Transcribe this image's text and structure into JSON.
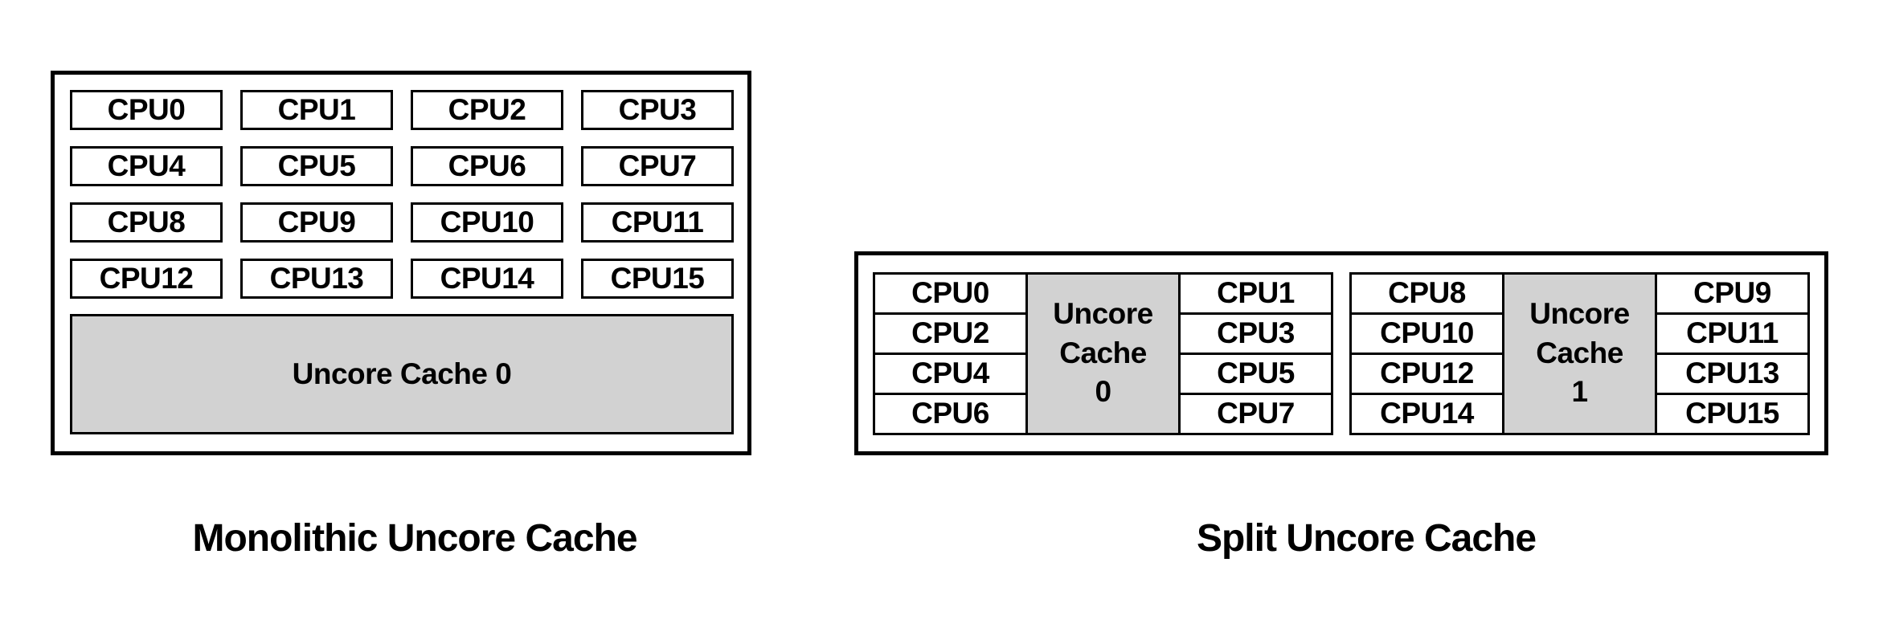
{
  "diagrams": {
    "monolithic": {
      "caption": "Monolithic Uncore Cache",
      "cpu_labels": [
        "CPU0",
        "CPU1",
        "CPU2",
        "CPU3",
        "CPU4",
        "CPU5",
        "CPU6",
        "CPU7",
        "CPU8",
        "CPU9",
        "CPU10",
        "CPU11",
        "CPU12",
        "CPU13",
        "CPU14",
        "CPU15"
      ],
      "cache_label": "Uncore Cache 0"
    },
    "split": {
      "caption": "Split Uncore Cache",
      "clusters": [
        {
          "left_cpus": [
            "CPU0",
            "CPU2",
            "CPU4",
            "CPU6"
          ],
          "right_cpus": [
            "CPU1",
            "CPU3",
            "CPU5",
            "CPU7"
          ],
          "cache_lines": [
            "Uncore",
            "Cache",
            "0"
          ]
        },
        {
          "left_cpus": [
            "CPU8",
            "CPU10",
            "CPU12",
            "CPU14"
          ],
          "right_cpus": [
            "CPU9",
            "CPU11",
            "CPU13",
            "CPU15"
          ],
          "cache_lines": [
            "Uncore",
            "Cache",
            "1"
          ]
        }
      ]
    }
  },
  "colors": {
    "background": "#ffffff",
    "border": "#000000",
    "text": "#000000",
    "cache_fill": "#d2d2d2"
  }
}
